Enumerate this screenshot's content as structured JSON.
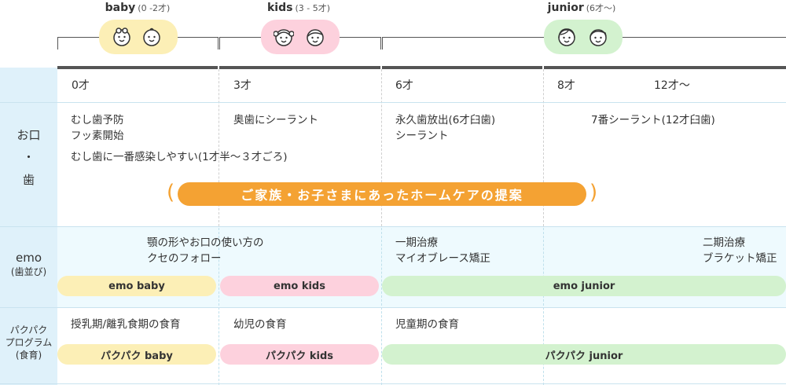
{
  "stages": {
    "baby": {
      "title": "baby",
      "range": "(0 -2才)"
    },
    "kids": {
      "title": "kids",
      "range": "(3 - 5才)"
    },
    "junior": {
      "title": "junior",
      "range": "(6才〜)"
    }
  },
  "ages": [
    "0才",
    "3才",
    "6才",
    "8才",
    "12才〜"
  ],
  "rows": {
    "mouth": {
      "label_line1": "お口",
      "label_dot": "・",
      "label_line2": "歯",
      "baby_line1": "むし歯予防",
      "baby_line2": "フッ素開始",
      "kids_text": "奥歯にシーラント",
      "junior_line1": "永久歯放出(6才臼歯)",
      "junior_line2": "シーラント",
      "junior2_text": "7番シーラント(12才臼歯)",
      "infection_text": "むし歯に一番感染しやすい(1才半〜３才ごろ)",
      "proposal": "ご家族・お子さまにあったホームケアの提案"
    },
    "emo": {
      "label": "emo",
      "sublabel": "(歯並び)",
      "follow_line1": "顎の形やお口の使い方の",
      "follow_line2": "クセのフォロー",
      "phase1_line1": "一期治療",
      "phase1_line2": "マイオブレース矯正",
      "phase2_line1": "二期治療",
      "phase2_line2": "ブラケット矯正",
      "bar_baby": "emo baby",
      "bar_kids": "emo kids",
      "bar_junior": "emo junior"
    },
    "paku": {
      "label_line1": "パクパク",
      "label_line2": "プログラム",
      "label_line3": "(食育)",
      "baby_text": "授乳期/離乳食期の食育",
      "kids_text": "幼児の食育",
      "junior_text": "児童期の食育",
      "bar_baby": "パクパク baby",
      "bar_kids": "パクパク kids",
      "bar_junior": "パクパク junior"
    }
  },
  "colors": {
    "baby": "#fcefb6",
    "kids": "#fdd1dd",
    "junior": "#d3f2cf",
    "accent": "#f4a233",
    "left_column": "#dff1fa",
    "emo_row": "#eefafe"
  }
}
